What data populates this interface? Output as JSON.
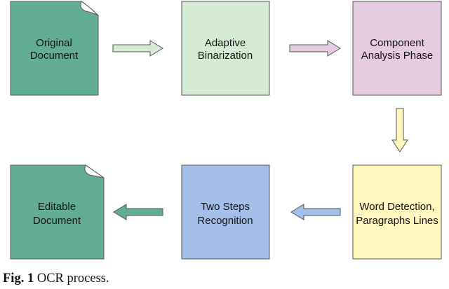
{
  "nodes": [
    {
      "id": "original-document",
      "lines": [
        "Original",
        "Document"
      ],
      "fill": "#63ad96",
      "shape": "document"
    },
    {
      "id": "adaptive-binarization",
      "lines": [
        "Adaptive",
        "Binarization"
      ],
      "fill": "#d5ebd4",
      "shape": "box"
    },
    {
      "id": "component-analysis-phase",
      "lines": [
        "Component",
        "Analysis Phase"
      ],
      "fill": "#e5cce0",
      "shape": "box"
    },
    {
      "id": "word-detection",
      "lines": [
        "Word Detection,",
        "Paragraphs Lines"
      ],
      "fill": "#fff7bf",
      "shape": "box"
    },
    {
      "id": "two-steps-recognition",
      "lines": [
        "Two Steps",
        "Recognition"
      ],
      "fill": "#a4c0ea",
      "shape": "box"
    },
    {
      "id": "editable-document",
      "lines": [
        "Editable",
        "Document"
      ],
      "fill": "#63ad96",
      "shape": "document"
    }
  ],
  "arrows": [
    {
      "from": "original-document",
      "to": "adaptive-binarization",
      "fill": "#d5ebd4"
    },
    {
      "from": "adaptive-binarization",
      "to": "component-analysis-phase",
      "fill": "#e5cce0"
    },
    {
      "from": "component-analysis-phase",
      "to": "word-detection",
      "fill": "#fff7bf"
    },
    {
      "from": "word-detection",
      "to": "two-steps-recognition",
      "fill": "#a4c0ea"
    },
    {
      "from": "two-steps-recognition",
      "to": "editable-document",
      "fill": "#63ad96"
    }
  ],
  "caption": {
    "fig": "Fig. 1",
    "text": "OCR process."
  }
}
